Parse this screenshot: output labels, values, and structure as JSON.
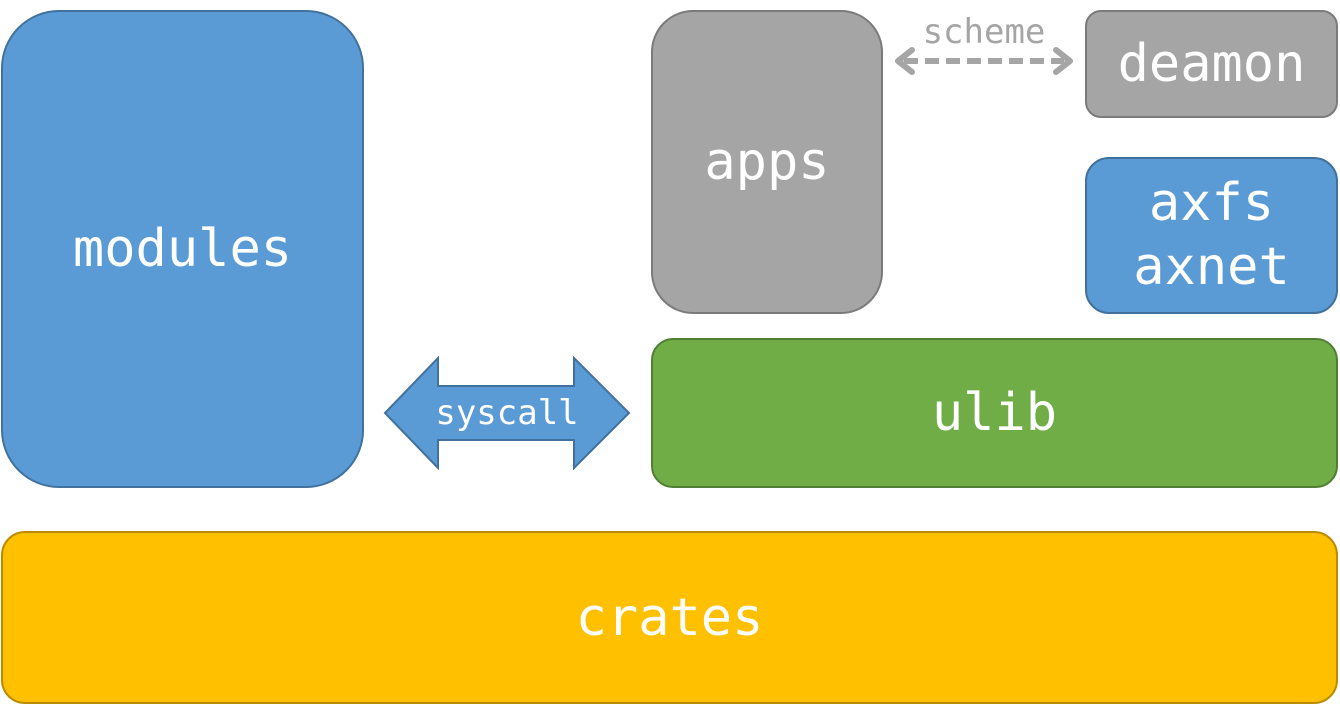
{
  "diagram": {
    "blocks": {
      "modules": "modules",
      "apps": "apps",
      "deamon": "deamon",
      "axfs_axnet": "axfs\naxnet",
      "ulib": "ulib",
      "crates": "crates"
    },
    "connectors": {
      "syscall": "syscall",
      "scheme": "scheme"
    },
    "colors": {
      "blue": "#5b9bd5",
      "gray": "#a5a5a5",
      "green": "#70ad47",
      "yellow": "#ffc000",
      "text": "#ffffff"
    }
  }
}
